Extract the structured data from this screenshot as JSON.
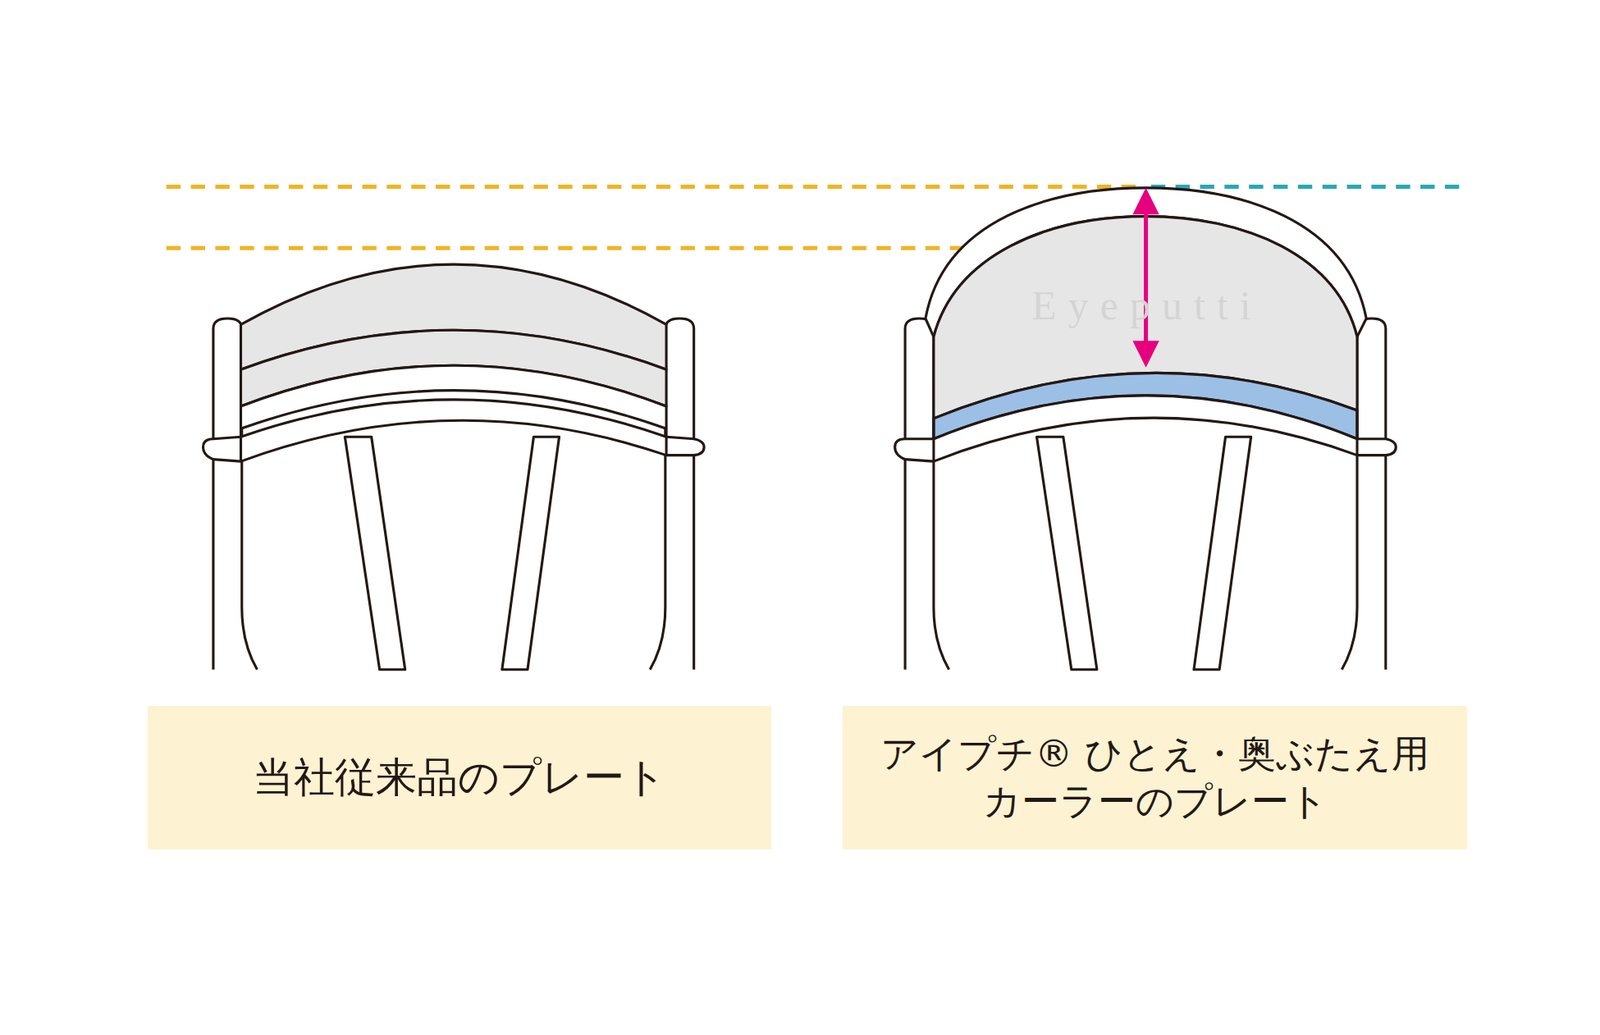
{
  "diagram": {
    "nodes": [
      {
        "text": [
          "当社従来品のプレート"
        ]
      },
      {
        "text": [
          "アイプチ® ひとえ・奥ぶたえ用 カーラーのプレート"
        ]
      }
    ],
    "labels": [
      "Eyeputti"
    ]
  }
}
